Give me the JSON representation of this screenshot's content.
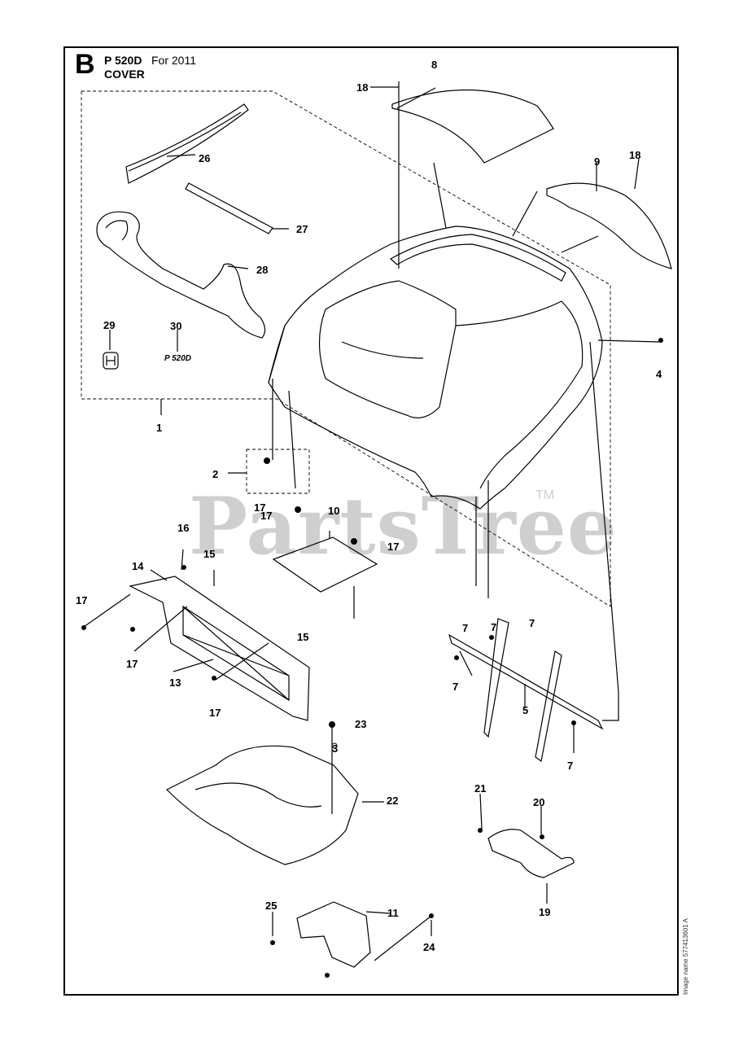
{
  "header": {
    "section_letter": "B",
    "model": "P 520D",
    "year": "For 2011",
    "title": "COVER"
  },
  "watermark": {
    "text": "PartsTree",
    "tm": "TM"
  },
  "side_note": "Image name 577413601 A",
  "decal_text": "P 520D",
  "callouts": [
    "1",
    "2",
    "3",
    "4",
    "5",
    "7",
    "7",
    "7",
    "7",
    "7",
    "8",
    "9",
    "10",
    "11",
    "13",
    "14",
    "15",
    "15",
    "16",
    "17",
    "17",
    "17",
    "17",
    "17",
    "17",
    "18",
    "18",
    "19",
    "20",
    "21",
    "22",
    "23",
    "24",
    "25",
    "26",
    "27",
    "28",
    "29",
    "30"
  ]
}
